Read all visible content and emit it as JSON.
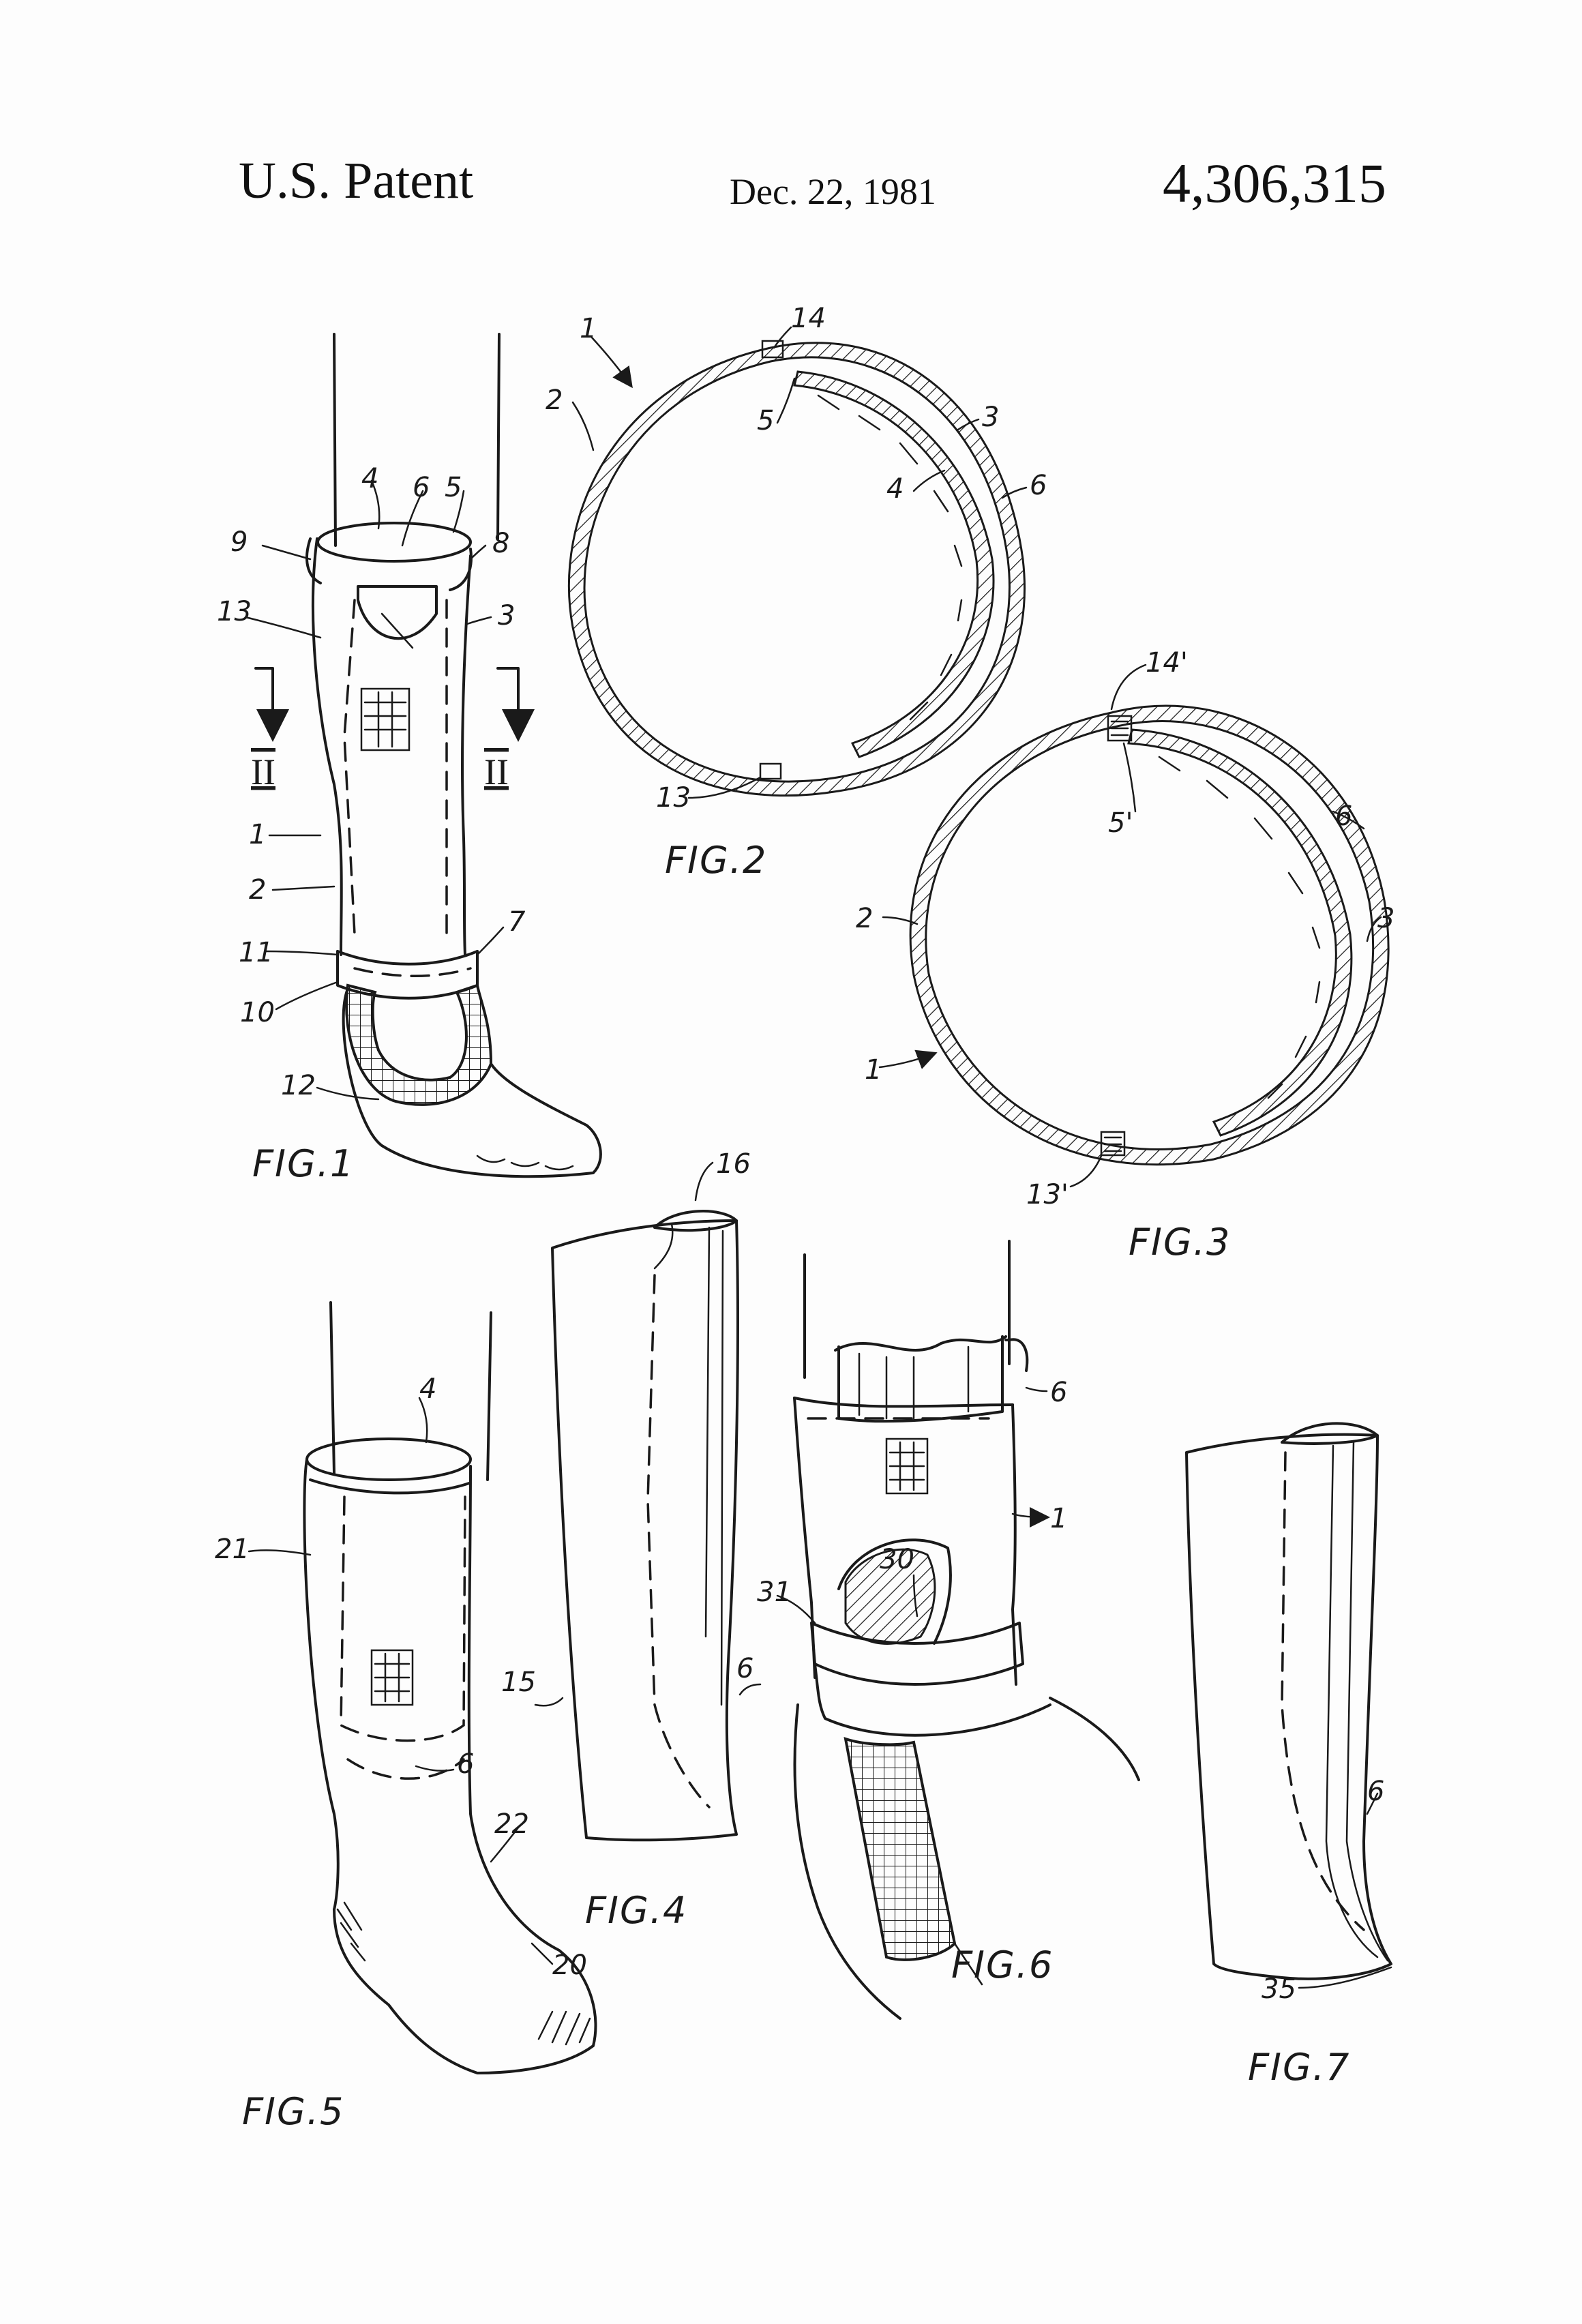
{
  "header": {
    "left": "U.S. Patent",
    "date": "Dec. 22, 1981",
    "number": "4,306,315"
  },
  "figures": {
    "fig1": {
      "caption": "FIG.1",
      "refs": {
        "r4": "4",
        "r6": "6",
        "r5": "5",
        "r9": "9",
        "r8": "8",
        "r13": "13",
        "r3": "3",
        "r1": "1",
        "r2": "2",
        "r11": "11",
        "r7": "7",
        "r10": "10",
        "r12": "12"
      },
      "section_left": "II",
      "section_right": "II"
    },
    "fig2": {
      "caption": "FIG.2",
      "refs": {
        "r1": "1",
        "r14": "14",
        "r2": "2",
        "r5": "5",
        "r3": "3",
        "r4": "4",
        "r6": "6",
        "r13": "13"
      }
    },
    "fig3": {
      "caption": "FIG.3",
      "refs": {
        "r14p": "14'",
        "r5p": "5'",
        "r6": "6",
        "r2": "2",
        "r3": "3",
        "r1": "1",
        "r13p": "13'"
      }
    },
    "fig4": {
      "caption": "FIG.4",
      "refs": {
        "r16": "16",
        "r15": "15",
        "r6": "6"
      }
    },
    "fig5": {
      "caption": "FIG.5",
      "refs": {
        "r4": "4",
        "r21": "21",
        "r6": "6",
        "r22": "22",
        "r20": "20"
      }
    },
    "fig6": {
      "caption": "FIG.6",
      "refs": {
        "r6": "6",
        "r1": "1",
        "r30": "30",
        "r31": "31"
      }
    },
    "fig7": {
      "caption": "FIG.7",
      "refs": {
        "r6": "6",
        "r35": "35"
      }
    }
  }
}
